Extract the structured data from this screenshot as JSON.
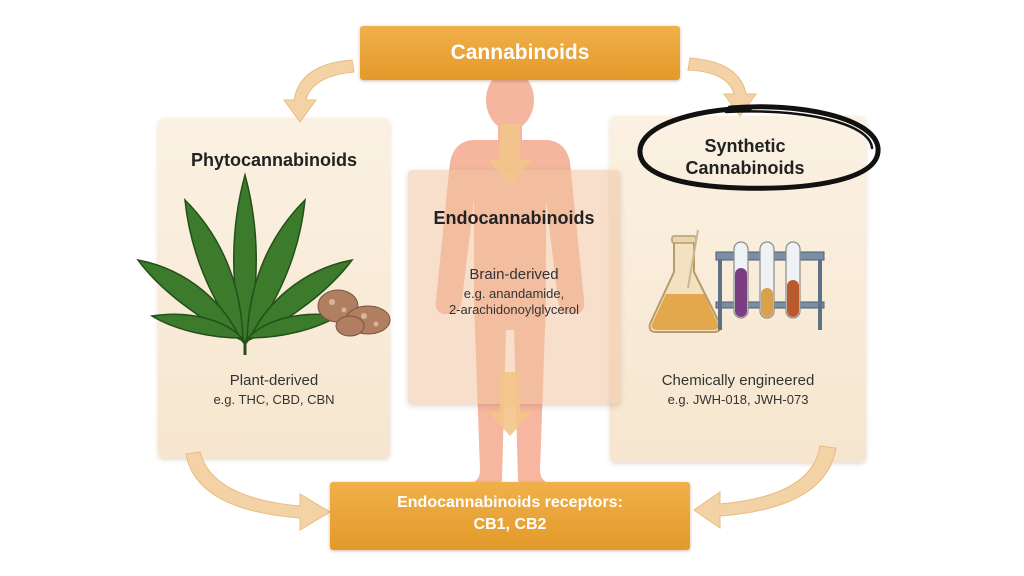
{
  "top_box": {
    "label": "Cannabinoids"
  },
  "left_panel": {
    "title": "Phytocannabinoids",
    "line1": "Plant-derived",
    "line2": "e.g. THC, CBD, CBN"
  },
  "center_panel": {
    "title": "Endocannabinoids",
    "line1": "Brain-derived",
    "line2": "e.g. anandamide,",
    "line3": "2-arachidonoylglycerol"
  },
  "right_panel": {
    "title_line1": "Synthetic",
    "title_line2": "Cannabinoids",
    "line1": "Chemically engineered",
    "line2": "e.g. JWH-018, JWH-073"
  },
  "bottom_box": {
    "line1": "Endocannabinoids receptors:",
    "line2": "CB1, CB2"
  },
  "colors": {
    "orange": "#e8a234",
    "panel": "#f8ecd9",
    "body_silhouette": "#f4a98e",
    "leaf": "#3c7a2c",
    "circle_annotation": "#111111"
  },
  "icons": [
    "cannabis-leaf-icon",
    "cannabis-bud-icon",
    "erlenmeyer-flask-icon",
    "test-tube-rack-icon",
    "human-body-icon"
  ]
}
